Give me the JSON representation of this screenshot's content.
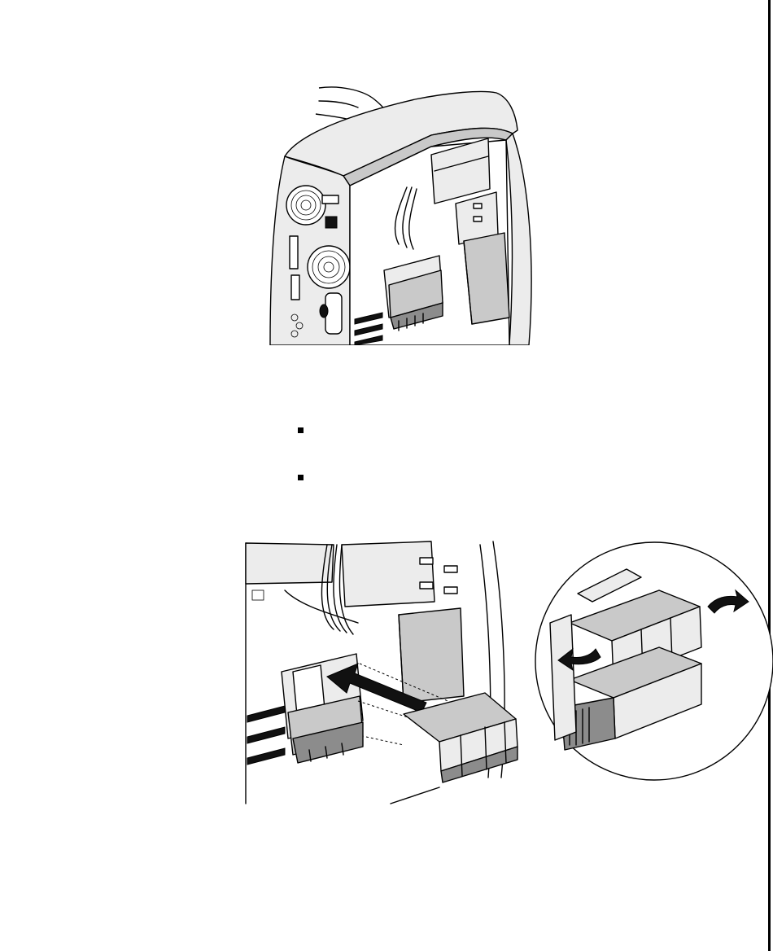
{
  "illustrations": {
    "top": {
      "icon": "computer-chassis-open-illustration"
    },
    "bottom": {
      "icon": "memory-module-install-illustration",
      "detail_icon": "retainer-clip-detail-illustration"
    }
  },
  "bullets": [
    {
      "text": ""
    },
    {
      "text": ""
    }
  ],
  "colors": {
    "ink": "#000000",
    "shade_light": "#ececec",
    "shade_medium": "#c9c9c9",
    "shade_dark": "#8c8c8c"
  }
}
